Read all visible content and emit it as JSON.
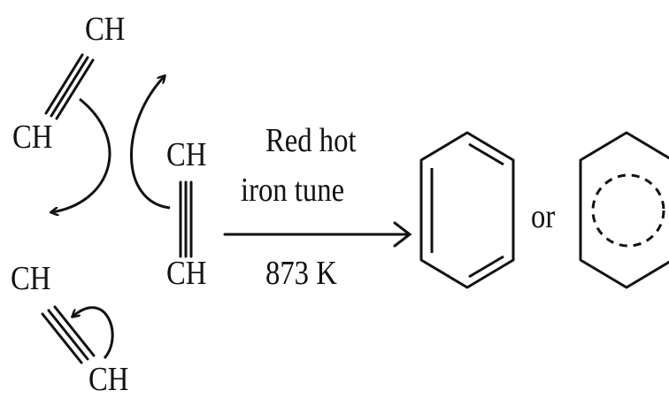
{
  "reactant_labels": {
    "top_ch_upper": "CH",
    "top_ch_lower": "CH",
    "mid_ch_upper": "CH",
    "mid_ch_lower": "CH",
    "bottom_ch_upper": "CH",
    "bottom_ch_lower": "CH"
  },
  "conditions": {
    "line1": "Red hot",
    "line2": "iron tune",
    "temperature": "873 K"
  },
  "connector": "or",
  "colors": {
    "ink": "#111111",
    "background": "#ffffff"
  }
}
